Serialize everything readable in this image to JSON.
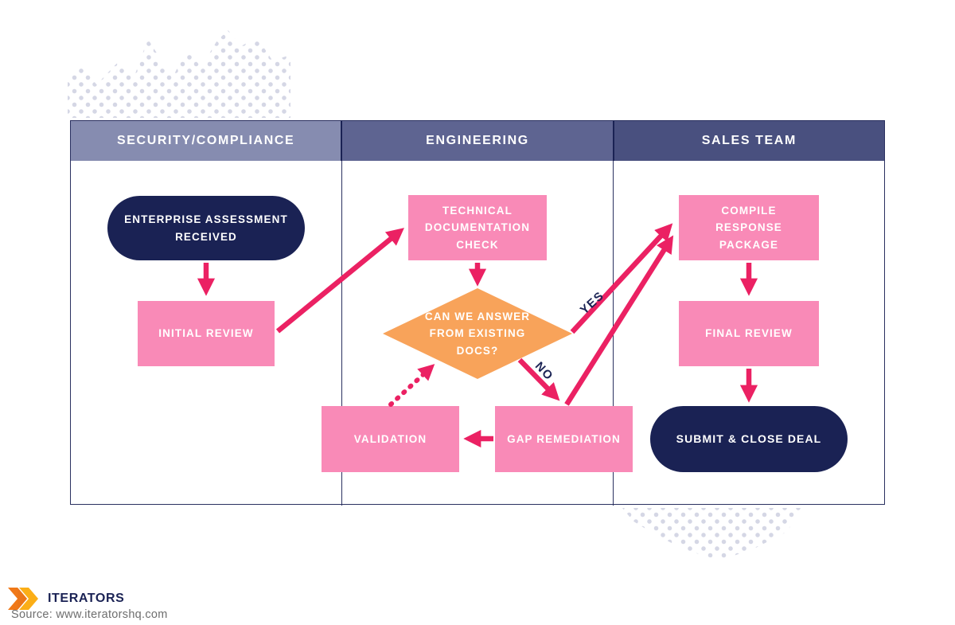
{
  "swimlanes": {
    "lanes": [
      {
        "label": "SECURITY/COMPLIANCE",
        "header_color": "#868CB0"
      },
      {
        "label": "ENGINEERING",
        "header_color": "#5E6491"
      },
      {
        "label": "SALES TEAM",
        "header_color": "#49507F"
      }
    ]
  },
  "flow": {
    "nodes": [
      {
        "id": "enterprise-assessment-received",
        "type": "terminator",
        "label": "ENTERPRISE ASSESSMENT RECEIVED"
      },
      {
        "id": "initial-review",
        "type": "process",
        "label": "INITIAL REVIEW"
      },
      {
        "id": "technical-documentation-check",
        "type": "process",
        "label": "TECHNICAL DOCUMENTATION CHECK"
      },
      {
        "id": "can-we-answer-from-existing-docs",
        "type": "decision",
        "label": "CAN WE ANSWER FROM EXISTING DOCS?"
      },
      {
        "id": "validation",
        "type": "process",
        "label": "VALIDATION"
      },
      {
        "id": "gap-remediation",
        "type": "process",
        "label": "GAP REMEDIATION"
      },
      {
        "id": "compile-response-package",
        "type": "process",
        "label": "COMPILE RESPONSE PACKAGE"
      },
      {
        "id": "final-review",
        "type": "process",
        "label": "FINAL REVIEW"
      },
      {
        "id": "submit-close-deal",
        "type": "terminator",
        "label": "SUBMIT & CLOSE DEAL"
      }
    ],
    "edge_labels": {
      "yes": "YES",
      "no": "NO"
    }
  },
  "colors": {
    "process_box": "#F98AB7",
    "terminator_box": "#1A2254",
    "decision_diamond": "#F8A35A",
    "arrow": "#EB2163",
    "table_border": "#2A3060",
    "decorative_dots": "#D5D7E5",
    "header_light": "#868CB0",
    "header_medium": "#5E6491",
    "header_dark": "#49507F"
  },
  "footer": {
    "brand": "ITERATORS",
    "source": "Source: www.iteratorshq.com"
  }
}
